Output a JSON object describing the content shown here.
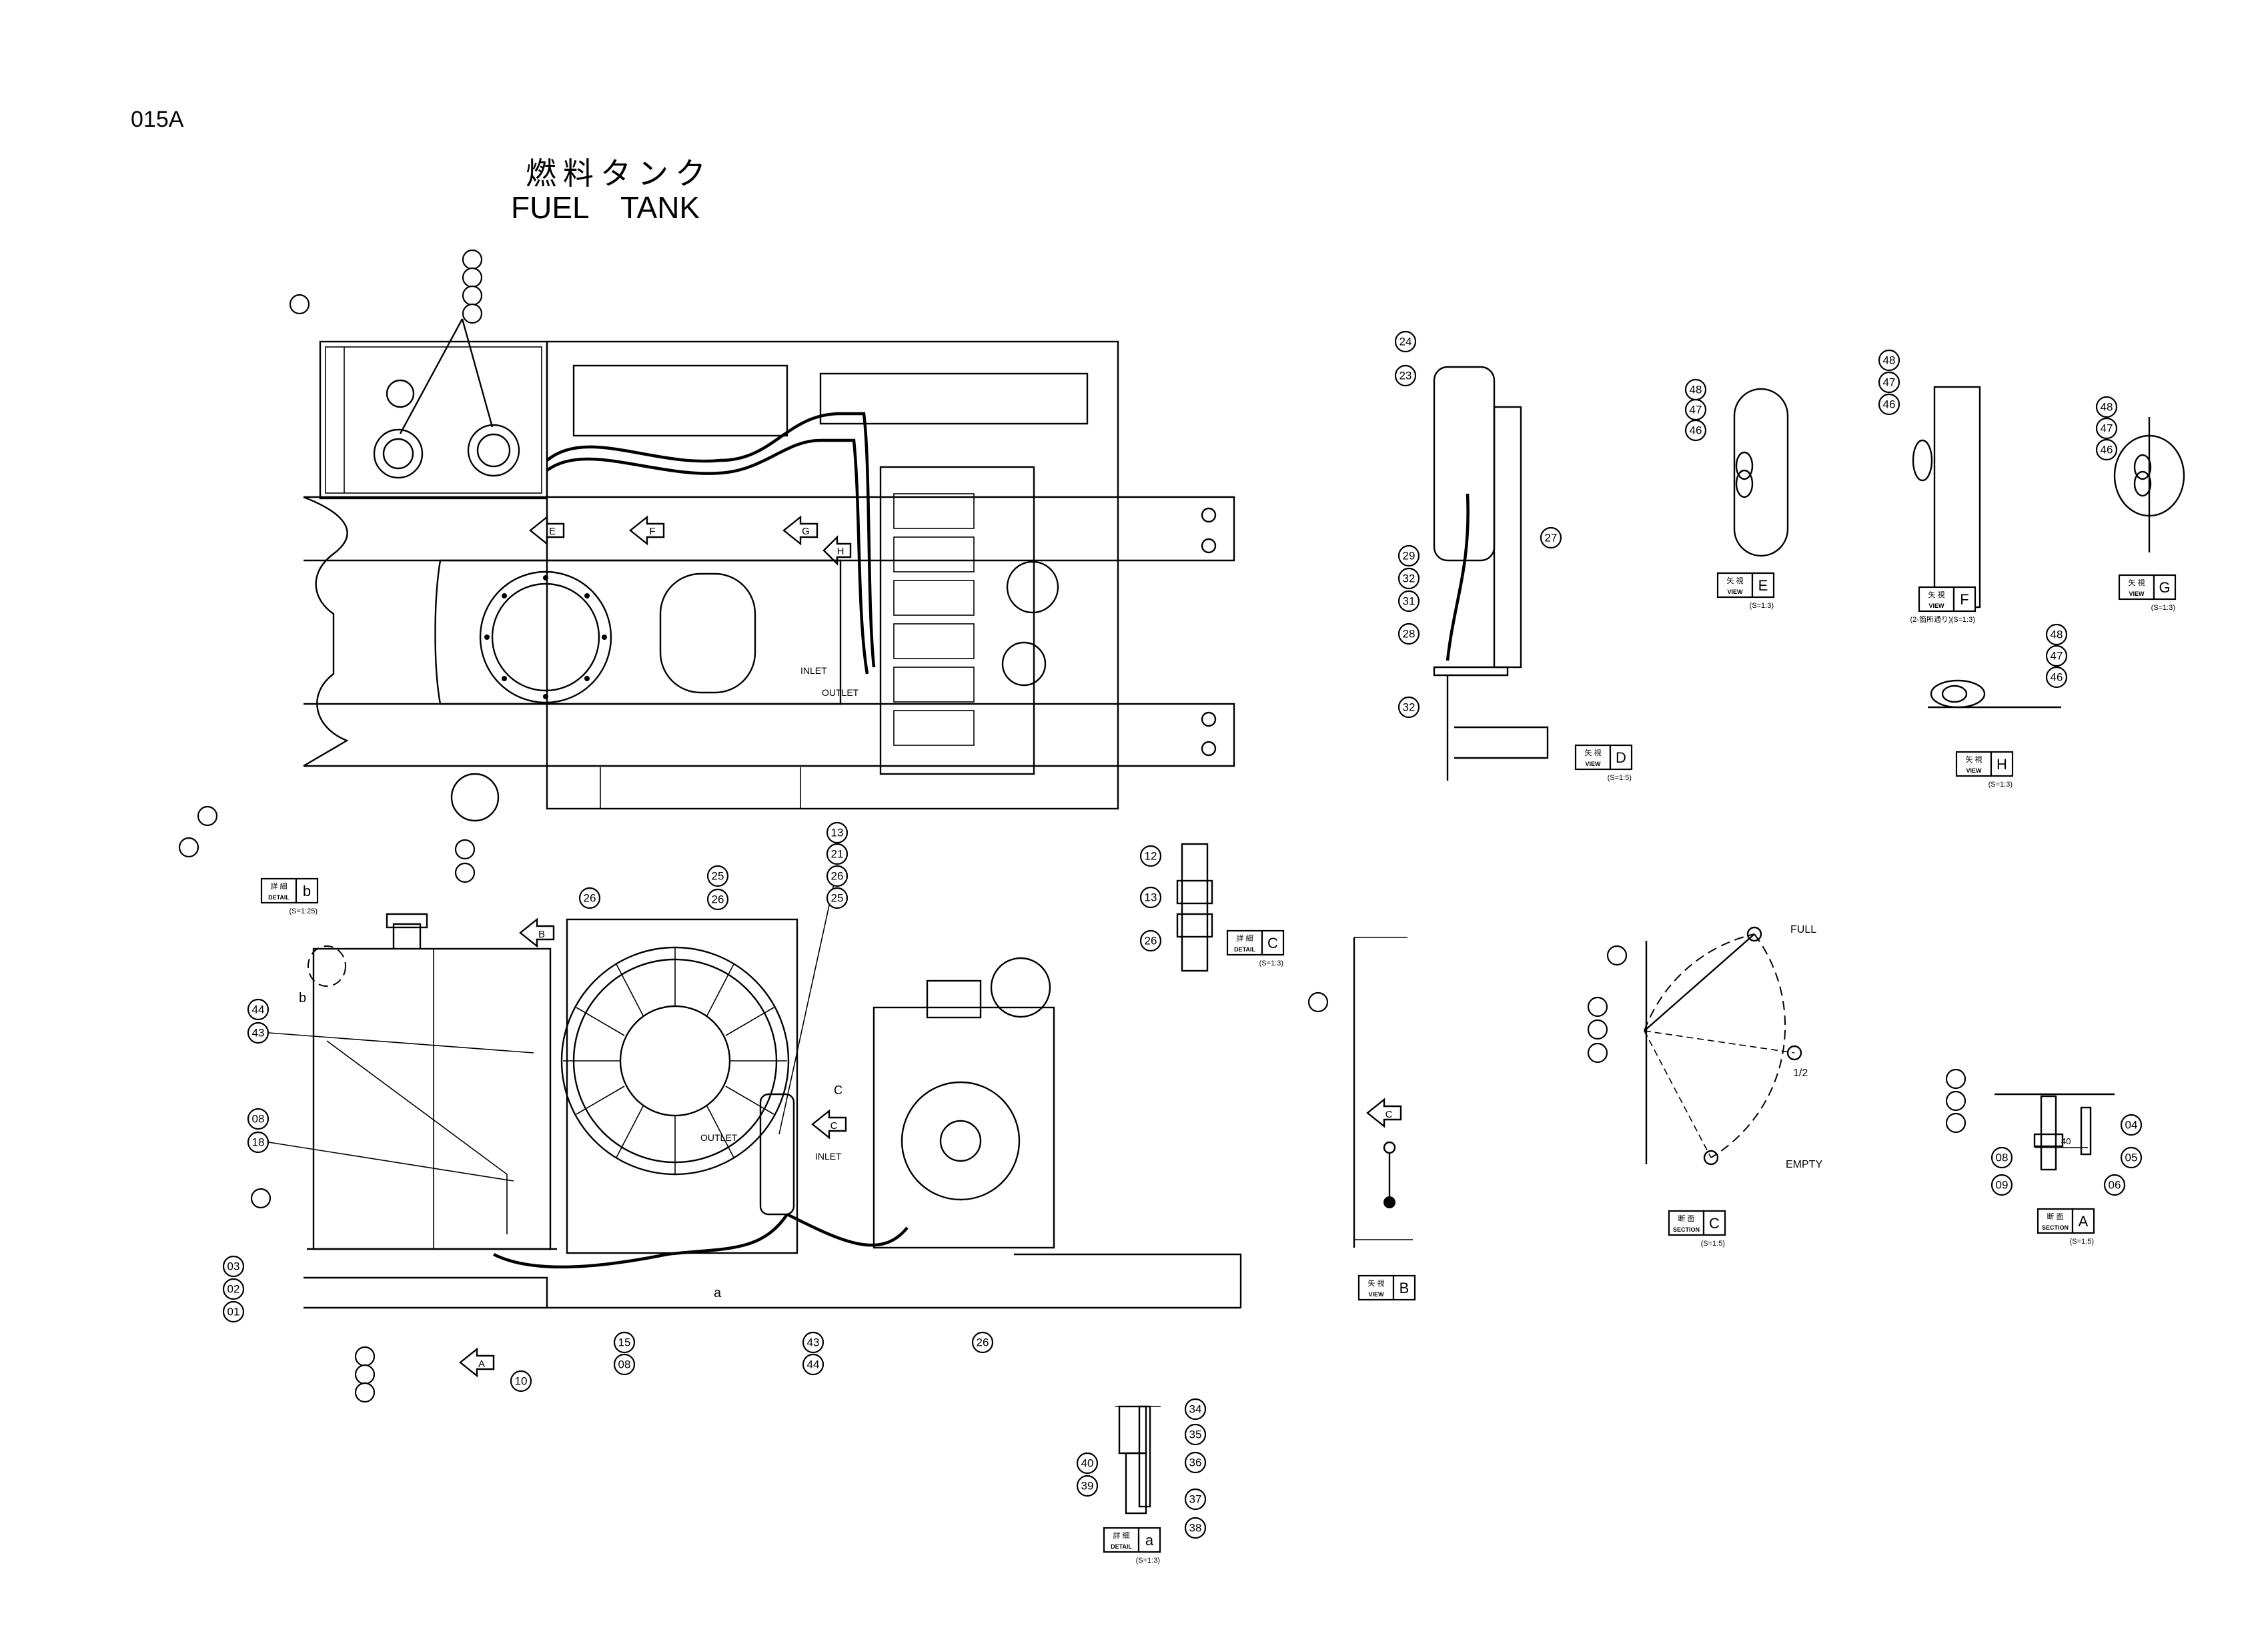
{
  "page_code": "015A",
  "title": {
    "japanese": "燃料タンク",
    "english": "FUEL TANK"
  },
  "top_view_labels": {
    "inlet": "INLET",
    "outlet": "OUTLET"
  },
  "side_view_labels": {
    "outlet": "OUTLET",
    "inlet": "INLET"
  },
  "view_arrows": [
    "E",
    "F",
    "G",
    "H",
    "B",
    "A",
    "C",
    "C"
  ],
  "gauge_labels": {
    "full": "FULL",
    "half": "1/2",
    "empty": "EMPTY"
  },
  "detail_tags": [
    {
      "jp": "詳 細",
      "type": "DETAIL",
      "letter": "b",
      "scale": "(S=1:25)"
    },
    {
      "jp": "詳 細",
      "type": "DETAIL",
      "letter": "C",
      "scale": "(S=1:3)"
    },
    {
      "jp": "矢 視",
      "type": "VIEW",
      "letter": "D",
      "scale": "(S=1:5)"
    },
    {
      "jp": "矢 視",
      "type": "VIEW",
      "letter": "E",
      "scale": "(S=1:3)"
    },
    {
      "jp": "矢 視",
      "type": "VIEW",
      "letter": "F",
      "scale": "(2-箇所通り)(S=1:3)"
    },
    {
      "jp": "矢 視",
      "type": "VIEW",
      "letter": "G",
      "scale": "(S=1:3)"
    },
    {
      "jp": "矢 視",
      "type": "VIEW",
      "letter": "H",
      "scale": "(S=1:3)"
    },
    {
      "jp": "矢 視",
      "type": "VIEW",
      "letter": "B",
      "scale": ""
    },
    {
      "jp": "断 面",
      "type": "SECTION",
      "letter": "C",
      "scale": "(S=1:5)"
    },
    {
      "jp": "断 面",
      "type": "SECTION",
      "letter": "A",
      "scale": "(S=1:5)"
    },
    {
      "jp": "詳 細",
      "type": "DETAIL",
      "letter": "a",
      "scale": "(S=1:3)"
    }
  ],
  "dimension_text": "40",
  "letter_callouts": [
    "b",
    "a",
    "C"
  ],
  "part_numbers": {
    "tank_left": [
      "44",
      "43",
      "08",
      "18",
      "03",
      "02",
      "01"
    ],
    "tank_top": [
      "26"
    ],
    "radiator_top": [
      "25",
      "26"
    ],
    "radiator_right_stack": [
      "13",
      "21",
      "26",
      "25"
    ],
    "bottom_left": [
      "10"
    ],
    "bottom_center": [
      "15",
      "08"
    ],
    "bottom_right": [
      "43",
      "44"
    ],
    "bottom_engine": [
      "26"
    ],
    "detail_c": [
      "12",
      "13",
      "26"
    ],
    "view_d": [
      "24",
      "23",
      "27",
      "29",
      "32",
      "31",
      "28",
      "32"
    ],
    "view_e": [
      "48",
      "47",
      "46"
    ],
    "view_f": [
      "48",
      "47",
      "46"
    ],
    "view_g": [
      "48",
      "47",
      "46"
    ],
    "view_h": [
      "48",
      "47",
      "46"
    ],
    "section_a": [
      "04",
      "05",
      "06",
      "08",
      "09"
    ],
    "detail_a": [
      "34",
      "35",
      "36",
      "37",
      "38",
      "40",
      "39"
    ]
  }
}
